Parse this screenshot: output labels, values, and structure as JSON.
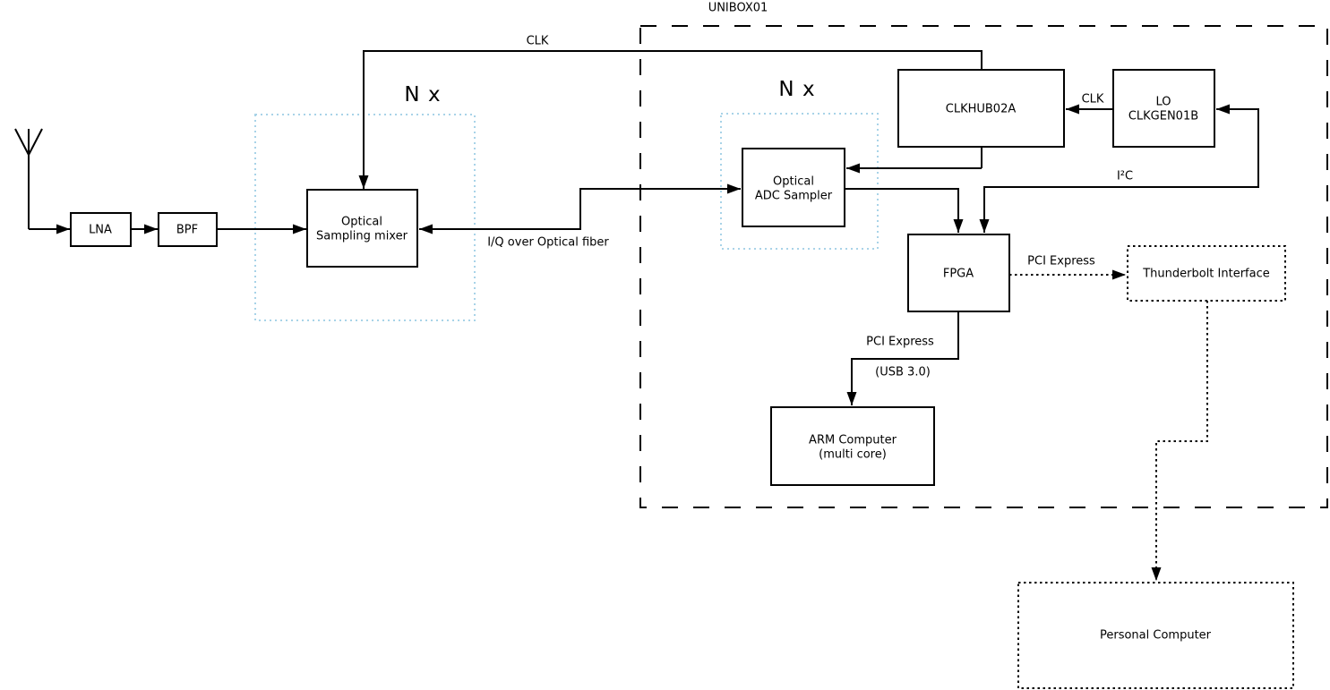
{
  "title": "UNIBOX01",
  "colors": {
    "accent_blue": "#a8d3e8",
    "line": "#000000",
    "background": "#ffffff"
  },
  "multiplier_labels": {
    "left": "N x",
    "right": "N x"
  },
  "blocks": {
    "lna": {
      "label": "LNA"
    },
    "bpf": {
      "label": "BPF"
    },
    "mixer": {
      "line1": "Optical",
      "line2": "Sampling mixer"
    },
    "adc": {
      "line1": "Optical",
      "line2": "ADC Sampler"
    },
    "clkhub": {
      "label": "CLKHUB02A"
    },
    "lo": {
      "line1": "LO",
      "line2": "CLKGEN01B"
    },
    "fpga": {
      "label": "FPGA"
    },
    "arm": {
      "line1": "ARM Computer",
      "line2": "(multi core)"
    },
    "thunderbolt": {
      "label": "Thunderbolt Interface"
    },
    "pc": {
      "label": "Personal Computer"
    }
  },
  "edge_labels": {
    "clk_to_mixer": "CLK",
    "clk_lo_to_hub": "CLK",
    "i2c": "I²C",
    "iq_fiber": "I/Q over Optical fiber",
    "pcie_thunderbolt": "PCI Express",
    "pcie_arm": "PCI Express",
    "usb3": "(USB 3.0)"
  }
}
